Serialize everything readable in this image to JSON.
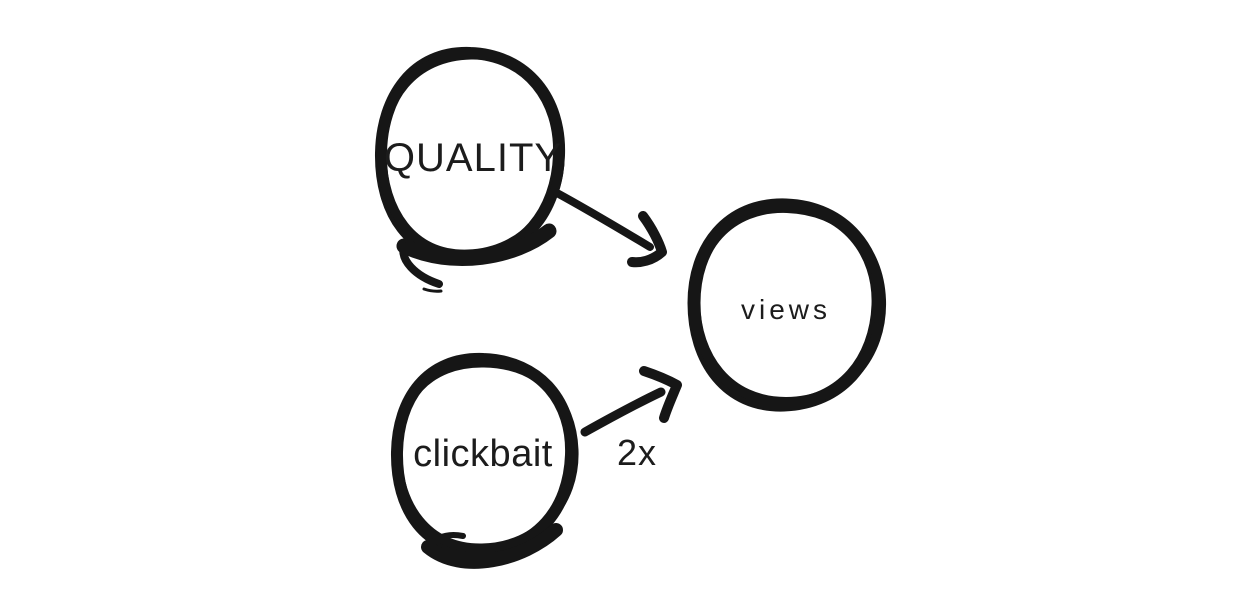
{
  "diagram": {
    "background_color": "#ffffff",
    "ink_color": "#161616",
    "style": "hand-drawn causal graph",
    "nodes": [
      {
        "id": "quality",
        "label": "QUALITY",
        "position": "top-left"
      },
      {
        "id": "views",
        "label": "views",
        "position": "middle-right"
      },
      {
        "id": "clickbait",
        "label": "clickbait",
        "position": "bottom-left"
      }
    ],
    "edges": [
      {
        "id": "quality-to-views",
        "from": "quality",
        "to": "views",
        "label": ""
      },
      {
        "id": "clickbait-to-views",
        "from": "clickbait",
        "to": "views",
        "label": "2x"
      }
    ]
  }
}
